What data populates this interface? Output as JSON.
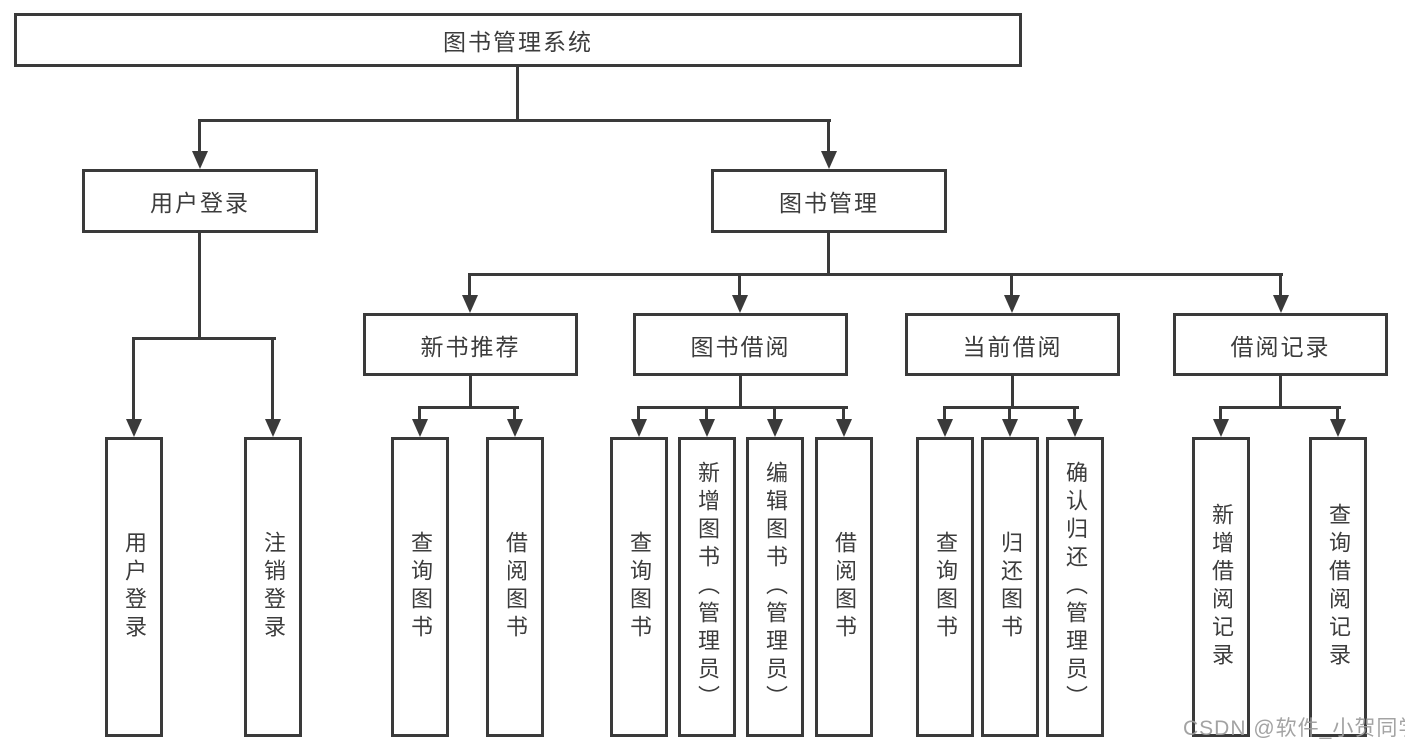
{
  "diagram": {
    "title": "图书管理系统",
    "root": {
      "label": "图书管理系统"
    },
    "level2": [
      {
        "label": "用户登录"
      },
      {
        "label": "图书管理"
      }
    ],
    "level3": [
      {
        "label": "新书推荐"
      },
      {
        "label": "图书借阅"
      },
      {
        "label": "当前借阅"
      },
      {
        "label": "借阅记录"
      }
    ],
    "leaves": {
      "user_login": [
        "用户登录",
        "注销登录"
      ],
      "new_book": [
        "查询图书",
        "借阅图书"
      ],
      "book_borrow": [
        "查询图书",
        "新增图书（管理员）",
        "编辑图书（管理员）",
        "借阅图书"
      ],
      "current_borrow": [
        "查询图书",
        "归还图书",
        "确认归还（管理员）"
      ],
      "borrow_record": [
        "新增借阅记录",
        "查询借阅记录"
      ]
    },
    "watermark": "CSDN @软件_小贺同学",
    "colors": {
      "line": "#3a3a3a",
      "text": "#3c3c3c",
      "background": "#ffffff",
      "watermark": "#9e9e9e"
    }
  }
}
